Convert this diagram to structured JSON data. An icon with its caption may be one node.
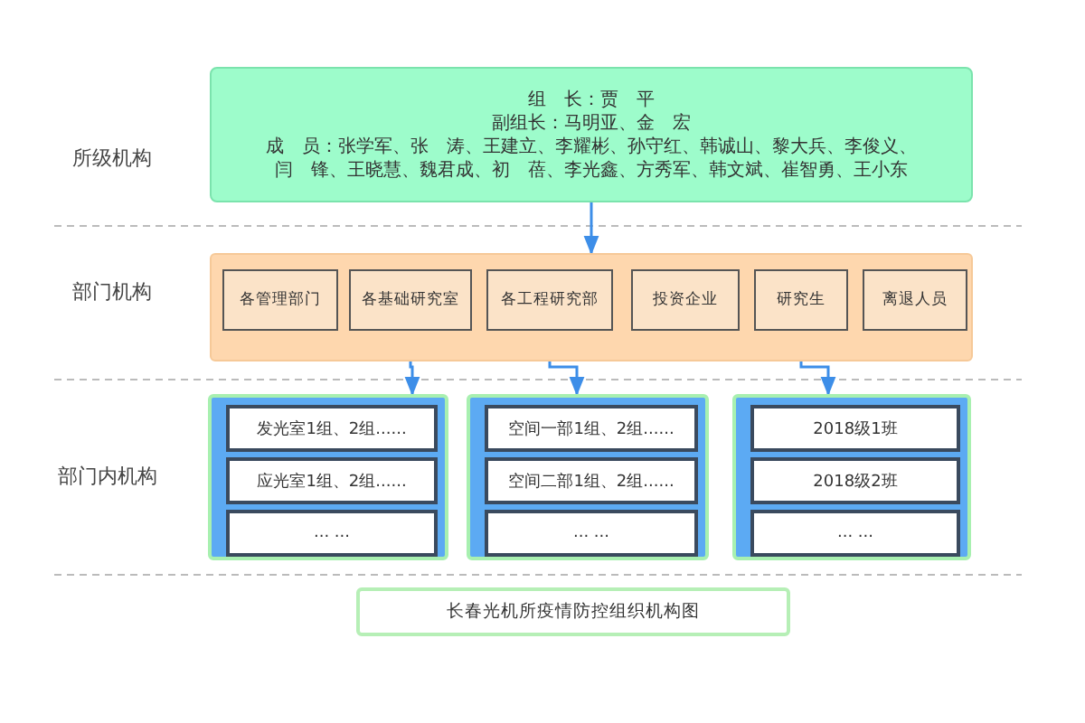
{
  "diagram": {
    "caption": "长春光机所疫情防控组织机构图",
    "nodes": [
      {
        "text": [
          "组　长：贾　平",
          "副组长：马明亚、金　宏",
          "成　员：张学军、张　涛、王建立、李耀彬、孙守红、韩诚山、黎大兵、李俊义、闫　锋、王晓慧、魏君成、初　蓓、李光鑫、方秀军、韩文斌、崔智勇、王小东"
        ]
      },
      {
        "text": [],
        "shape": "box"
      },
      {
        "text": [
          "各管理部门"
        ],
        "in": 1
      },
      {
        "text": [
          "各基础研究室"
        ],
        "in": 1
      },
      {
        "text": [
          "各工程研究部"
        ],
        "in": 1
      },
      {
        "text": [
          "投资企业"
        ],
        "in": 1
      },
      {
        "text": [
          "研究生"
        ],
        "in": 1
      },
      {
        "text": [
          "离退人员"
        ],
        "in": 1
      },
      {
        "text": [],
        "shape": "box"
      },
      {
        "text": [
          "发光室1组、2组......"
        ],
        "in": 8
      },
      {
        "text": [
          "应光室1组、2组......"
        ],
        "in": 8
      },
      {
        "text": [
          "... ..."
        ],
        "in": 8
      },
      {
        "text": [],
        "shape": "box"
      },
      {
        "text": [
          "空间一部1组、2组......"
        ],
        "in": 12
      },
      {
        "text": [
          "空间二部1组、2组......"
        ],
        "in": 12
      },
      {
        "text": [
          "... ..."
        ],
        "in": 12
      },
      {
        "text": [],
        "shape": "box"
      },
      {
        "text": [
          "2018级1班"
        ],
        "in": 16
      },
      {
        "text": [
          "2018级2班"
        ],
        "in": 16
      },
      {
        "text": [
          "... ..."
        ],
        "in": 16
      }
    ],
    "edges": [
      {
        "from": 0,
        "to": 1,
        "arrow": "to"
      },
      {
        "from": 3,
        "to": 8,
        "arrow": "to"
      },
      {
        "from": 4,
        "to": 12,
        "arrow": "to"
      },
      {
        "from": 6,
        "to": 16,
        "arrow": "to"
      }
    ],
    "labels": [
      "所级机构",
      "部门机构",
      "部门内机构"
    ]
  }
}
